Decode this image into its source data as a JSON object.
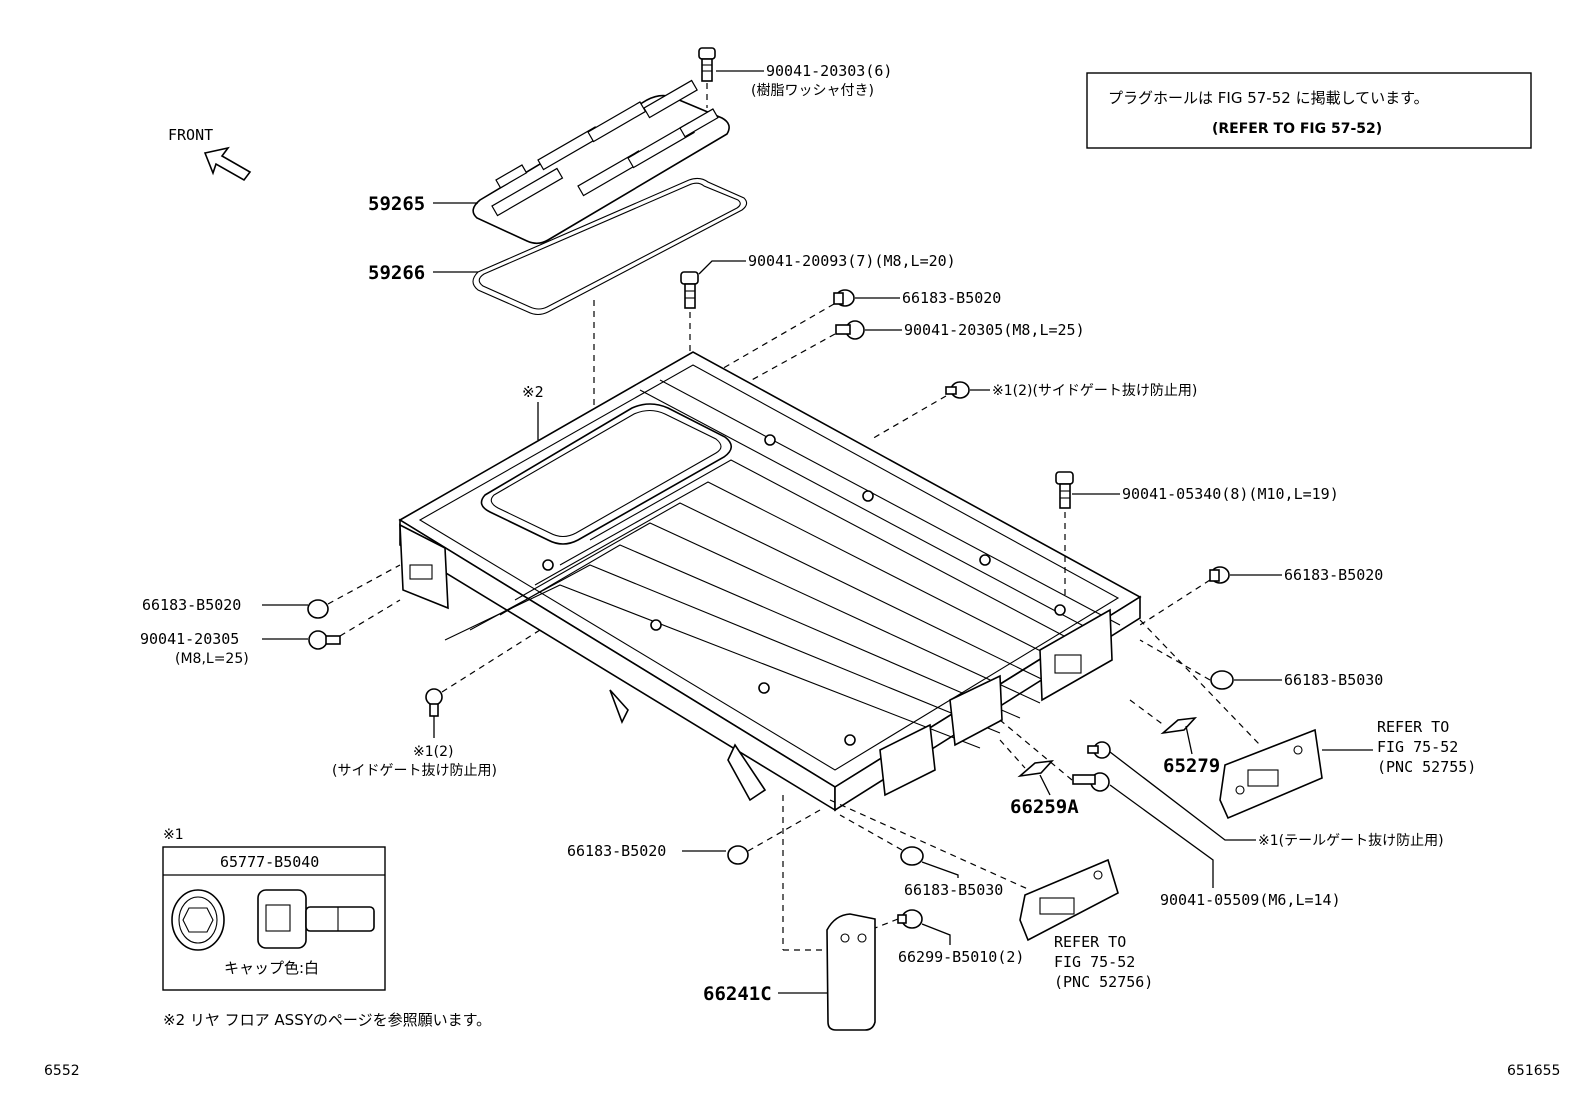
{
  "labels": {
    "front": "FRONT",
    "note_box_line1": "プラグホールは FIG 57-52 に掲載しています。",
    "note_box_line2": "(REFER TO FIG 57-52)",
    "p_90041_20303": "90041-20303(6)",
    "p_90041_20303_sub": "(樹脂ワッシャ付き)",
    "p_59265": "59265",
    "p_59266": "59266",
    "p_90041_20093": "90041-20093(7)(M8,L=20)",
    "p_66183_B5020_a": "66183-B5020",
    "p_90041_20305_a": "90041-20305(M8,L=25)",
    "p_x1_side_a": "※1(2)(サイドゲート抜け防止用)",
    "ref_x2": "※2",
    "p_90041_05340": "90041-05340(8)(M10,L=19)",
    "p_66183_B5020_b": "66183-B5020",
    "p_66183_B5030_a": "66183-B5030",
    "ref_7552_a": "REFER TO",
    "ref_7552_b": "FIG 75-52",
    "ref_7552_c": "(PNC 52755)",
    "p_65279": "65279",
    "p_66259A": "66259A",
    "p_x1_tail": "※1(テールゲート抜け防止用)",
    "p_90041_05509": "90041-05509(M6,L=14)",
    "p_66183_B5020_c": "66183-B5020",
    "p_90041_20305_b": "90041-20305",
    "p_90041_20305_b_sub": "(M8,L=25)",
    "p_x1_side_b1": "※1(2)",
    "p_x1_side_b2": "(サイドゲート抜け防止用)",
    "p_66183_B5020_d": "66183-B5020",
    "p_66183_B5030_b": "66183-B5030",
    "p_66299_B5010": "66299-B5010(2)",
    "ref_7552b_a": "REFER TO",
    "ref_7552b_b": "FIG 75-52",
    "ref_7552b_c": "(PNC 52756)",
    "p_66241C": "66241C",
    "inset_mark": "※1",
    "inset_part": "65777-B5040",
    "inset_caption": "キャップ色:白",
    "footnote_x2": "※2 リヤ フロア ASSYのページを参照願います。",
    "corner_left": "6552",
    "corner_right": "651655"
  },
  "icons": {
    "front_arrow": "front-arrow-icon"
  }
}
